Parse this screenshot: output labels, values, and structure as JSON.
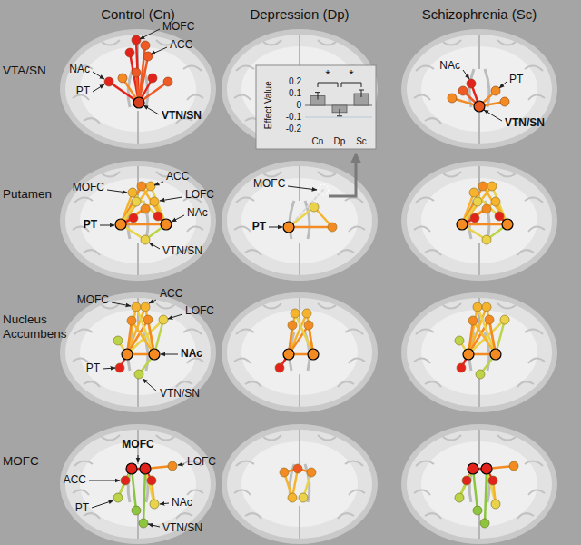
{
  "diagram": {
    "labels": [
      "Control (Cn)",
      "Depression (Dp)",
      "Schizophrenia (Sc)",
      "VTA/SN",
      "MOFC",
      "ACC",
      "NAc",
      "PT",
      "VTN/SN",
      "0.2",
      "0.1",
      "0",
      "-0.1",
      "-0.2",
      "Effect Value",
      "*",
      "*",
      "Cn",
      "Dp",
      "Sc",
      "NAc",
      "PT",
      "VTN/SN",
      "Putamen",
      "MOFC",
      "ACC",
      "LOFC",
      "NAc",
      "PT",
      "VTN/SN",
      "MOFC",
      "PT",
      "Nucleus Accumbens",
      "MOFC",
      "ACC",
      "LOFC",
      "NAc",
      "PT",
      "VTN/SN",
      "MOFC",
      "MOFC",
      "LOFC",
      "ACC",
      "NAc",
      "PT",
      "VTN/SN"
    ]
  }
}
